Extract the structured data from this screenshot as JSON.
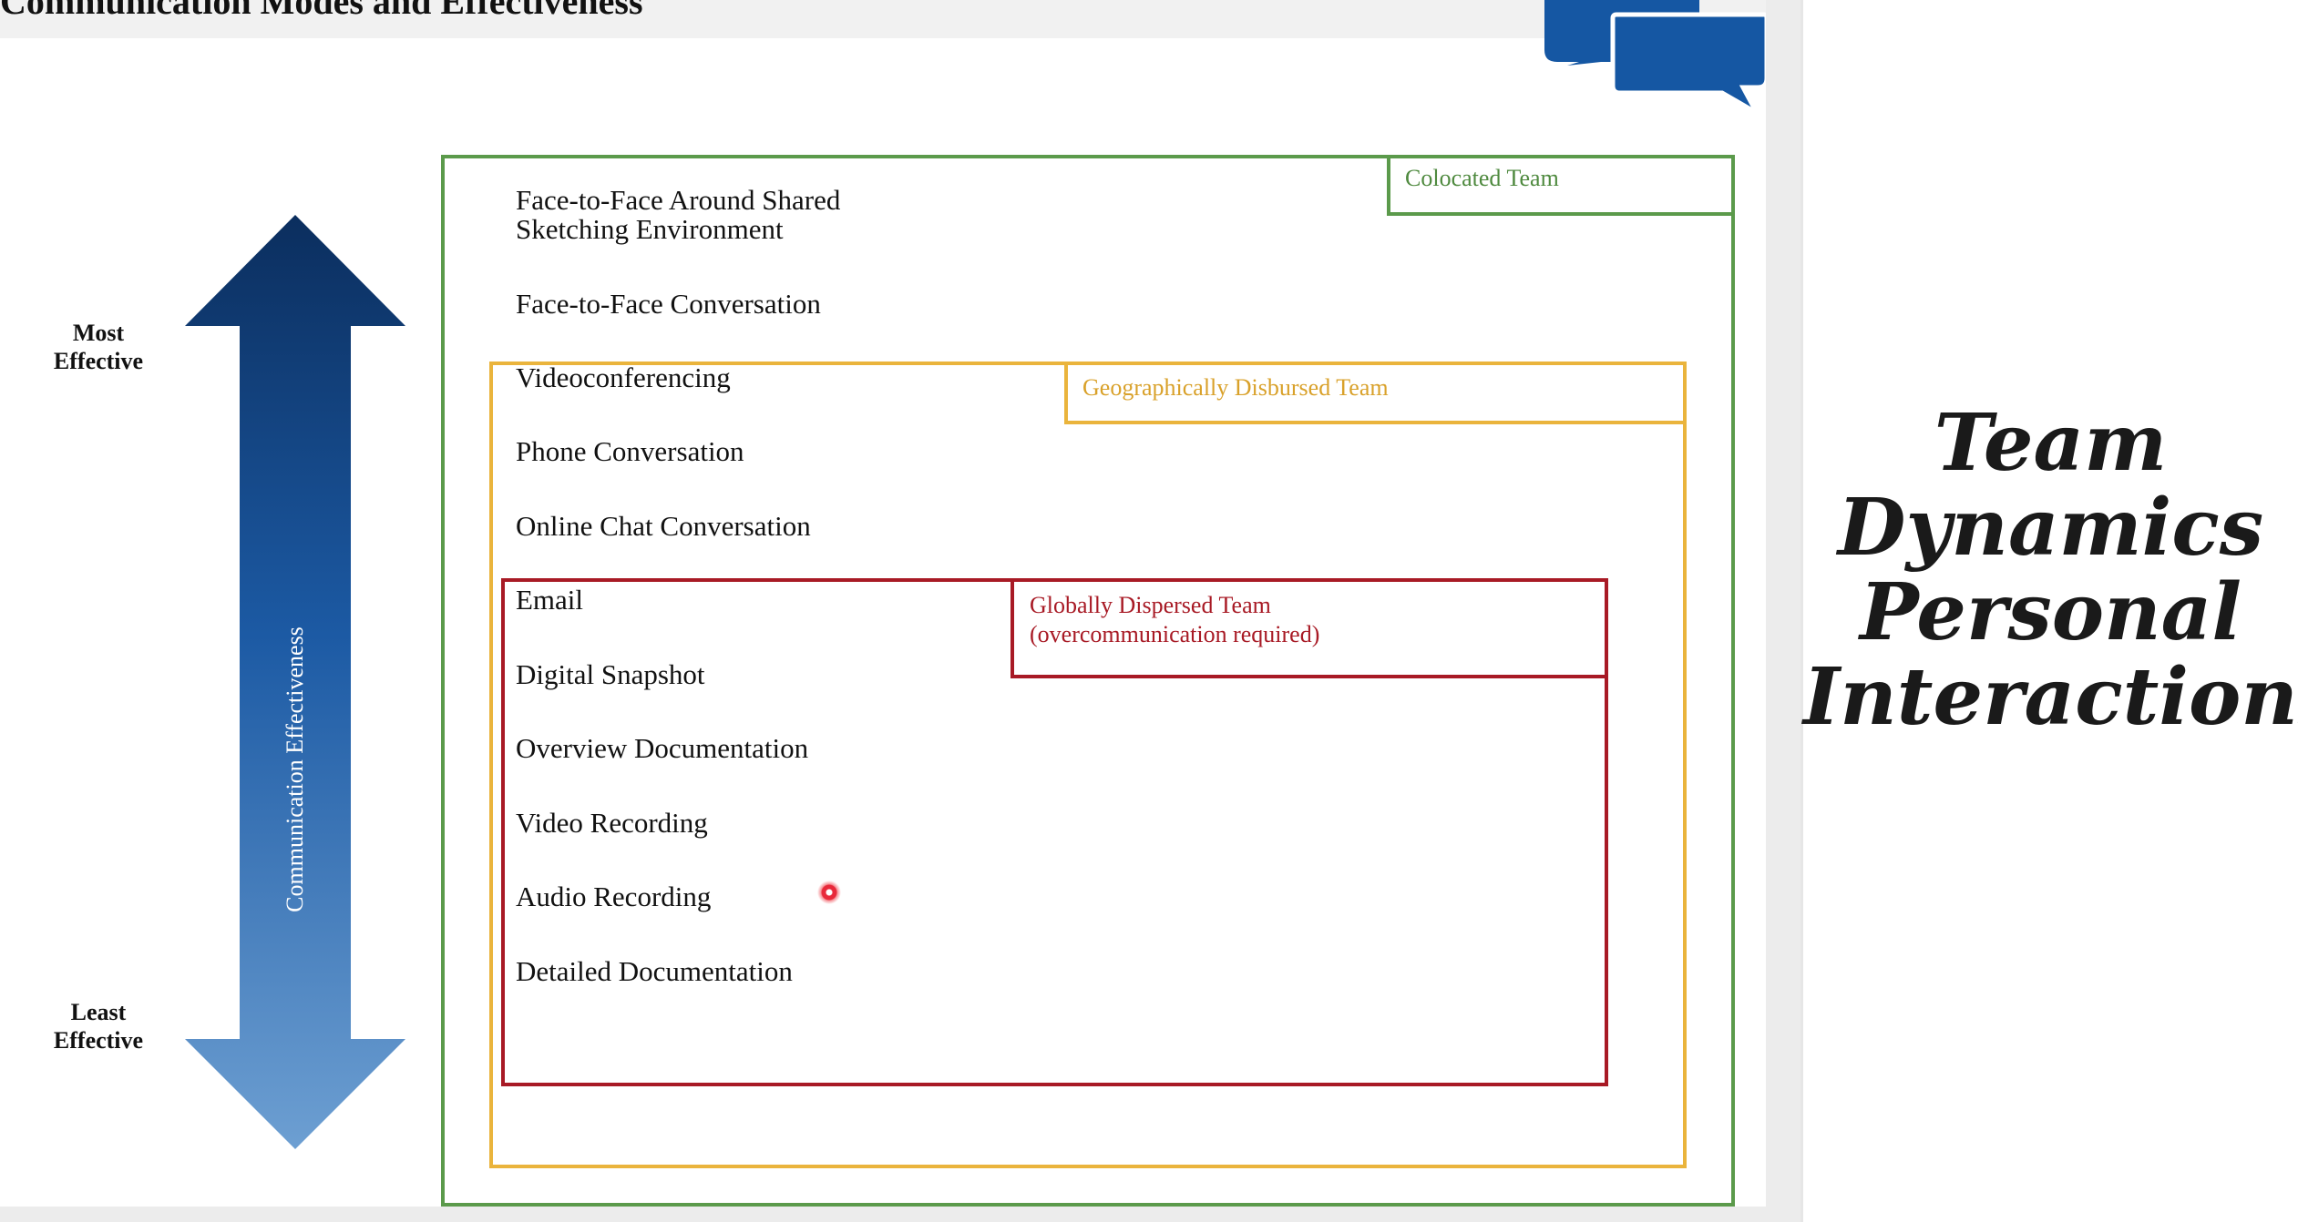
{
  "slide": {
    "title": "Communication Modes and Effectiveness",
    "axis": {
      "top_label_line1": "Most",
      "top_label_line2": "Effective",
      "bottom_label_line1": "Least",
      "bottom_label_line2": "Effective",
      "arrow_label": "Communication Effectiveness"
    },
    "teams": {
      "colocated": "Colocated Team",
      "geographic": "Geographically Disbursed Team",
      "global_line1": "Globally Dispersed Team",
      "global_line2": "(overcommunication required)"
    },
    "modes": [
      {
        "label": "Face-to-Face Around Shared",
        "label2": "Sketching Environment"
      },
      {
        "label": "Face-to-Face Conversation"
      },
      {
        "label": "Videoconferencing"
      },
      {
        "label": "Phone Conversation"
      },
      {
        "label": "Online Chat Conversation"
      },
      {
        "label": "Email"
      },
      {
        "label": "Digital Snapshot"
      },
      {
        "label": "Overview Documentation"
      },
      {
        "label": "Video Recording"
      },
      {
        "label": "Audio Recording"
      },
      {
        "label": "Detailed Documentation"
      }
    ],
    "colors": {
      "colocated": "#5b9a4b",
      "geographic": "#eab43c",
      "global": "#a81a25",
      "arrow_top": "#0b2e5e",
      "arrow_bottom": "#6d9fd2",
      "chat_icon": "#1557a3"
    }
  },
  "side_title": {
    "line1": "Team",
    "line2": "Dynamics",
    "line3": "Personal",
    "line4": "Interactions"
  }
}
